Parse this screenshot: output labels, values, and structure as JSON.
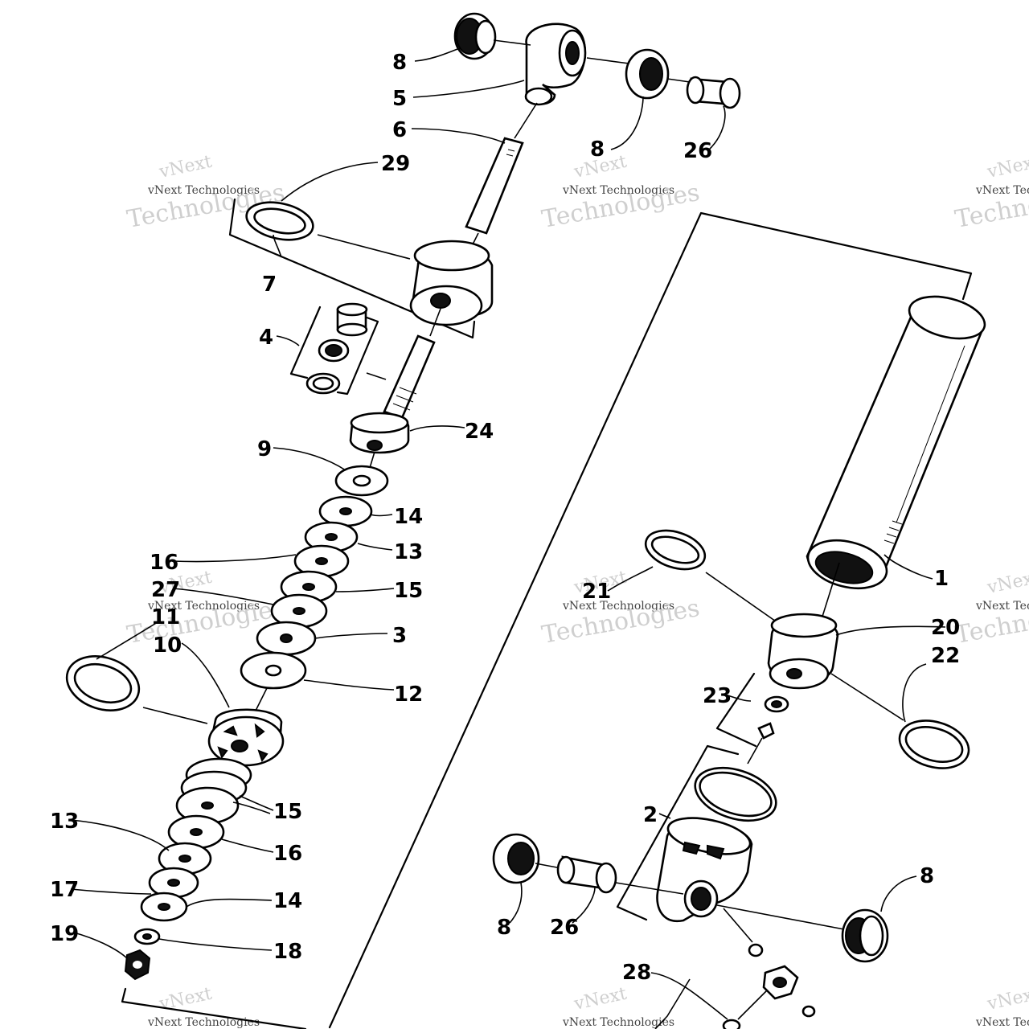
{
  "callouts": {
    "c8a": "8",
    "c5": "5",
    "c6": "6",
    "c8b": "8",
    "c26a": "26",
    "c29": "29",
    "c7": "7",
    "c4": "4",
    "c24": "24",
    "c9": "9",
    "c14a": "14",
    "c13a": "13",
    "c16a": "16",
    "c15a": "15",
    "c27": "27",
    "c3": "3",
    "c11": "11",
    "c10": "10",
    "c12": "12",
    "c15b": "15",
    "c13b": "13",
    "c16b": "16",
    "c17": "17",
    "c14b": "14",
    "c19": "19",
    "c18": "18",
    "c1": "1",
    "c21": "21",
    "c20": "20",
    "c22": "22",
    "c23": "23",
    "c2": "2",
    "c8c": "8",
    "c26b": "26",
    "c8d": "8",
    "c28": "28"
  },
  "watermark": {
    "brand": "vNext",
    "company": "vNext Technologies",
    "word": "Technologies"
  }
}
